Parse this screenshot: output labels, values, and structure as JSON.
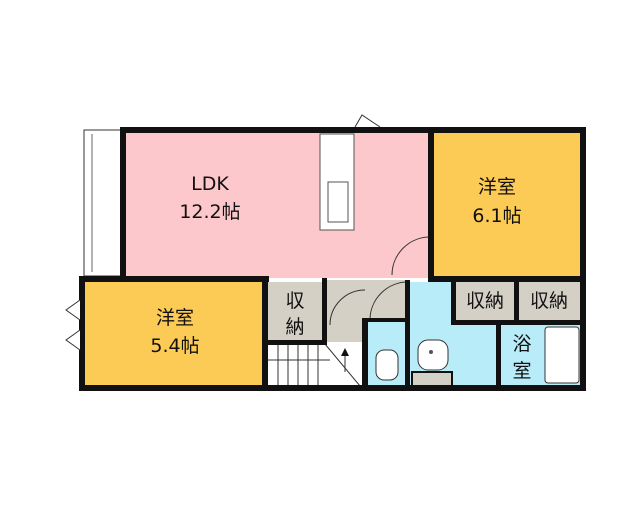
{
  "rooms": {
    "ldk": {
      "name": "LDK",
      "size": "12.2帖"
    },
    "western_room_1": {
      "name": "洋室",
      "size": "6.1帖"
    },
    "western_room_2": {
      "name": "洋室",
      "size": "5.4帖"
    },
    "storage_1": {
      "line1": "収",
      "line2": "納"
    },
    "storage_2": {
      "label": "収納"
    },
    "storage_3": {
      "label": "収納"
    },
    "bathroom": {
      "line1": "浴",
      "line2": "室"
    }
  },
  "colors": {
    "ldk": "#fdc8cc",
    "western": "#fccb55",
    "storage": "#d4d0c6",
    "wet_area": "#b7ecf8",
    "wall": "#111111"
  }
}
